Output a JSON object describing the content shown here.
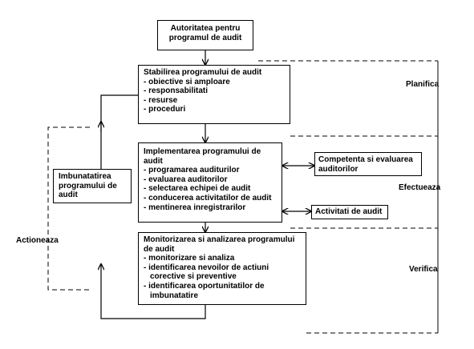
{
  "authority": {
    "lines": [
      "Autoritatea pentru",
      "programul de audit"
    ]
  },
  "establish": {
    "title": "Stabilirea programului de audit",
    "items": [
      "- obiective si amploare",
      "- responsabilitati",
      "- resurse",
      "- proceduri"
    ]
  },
  "implement": {
    "title": [
      "Implementarea programului de",
      "audit"
    ],
    "items": [
      "- programarea auditurilor",
      "- evaluarea auditorilor",
      "- selectarea echipei de audit",
      "- conducerea activitatilor de audit",
      "- mentinerea inregistrarilor"
    ]
  },
  "improve": {
    "lines": [
      "Imbunatatirea",
      "programului de",
      "audit"
    ]
  },
  "monitor": {
    "title": [
      "Monitorizarea si analizarea programului",
      "de audit"
    ],
    "items": [
      "- monitorizare si analiza",
      "- identificarea nevoilor de actiuni",
      "corective si preventive",
      "- identificarea oportunitatilor de",
      "imbunatatire"
    ]
  },
  "competence": {
    "lines": [
      "Competenta si evaluarea",
      "auditorilor"
    ]
  },
  "activities": {
    "lines": [
      "Activitati de audit"
    ]
  },
  "phases": {
    "plan": "Planifica",
    "do": "Efectueaza",
    "check": "Verifica",
    "act": "Actioneaza"
  }
}
